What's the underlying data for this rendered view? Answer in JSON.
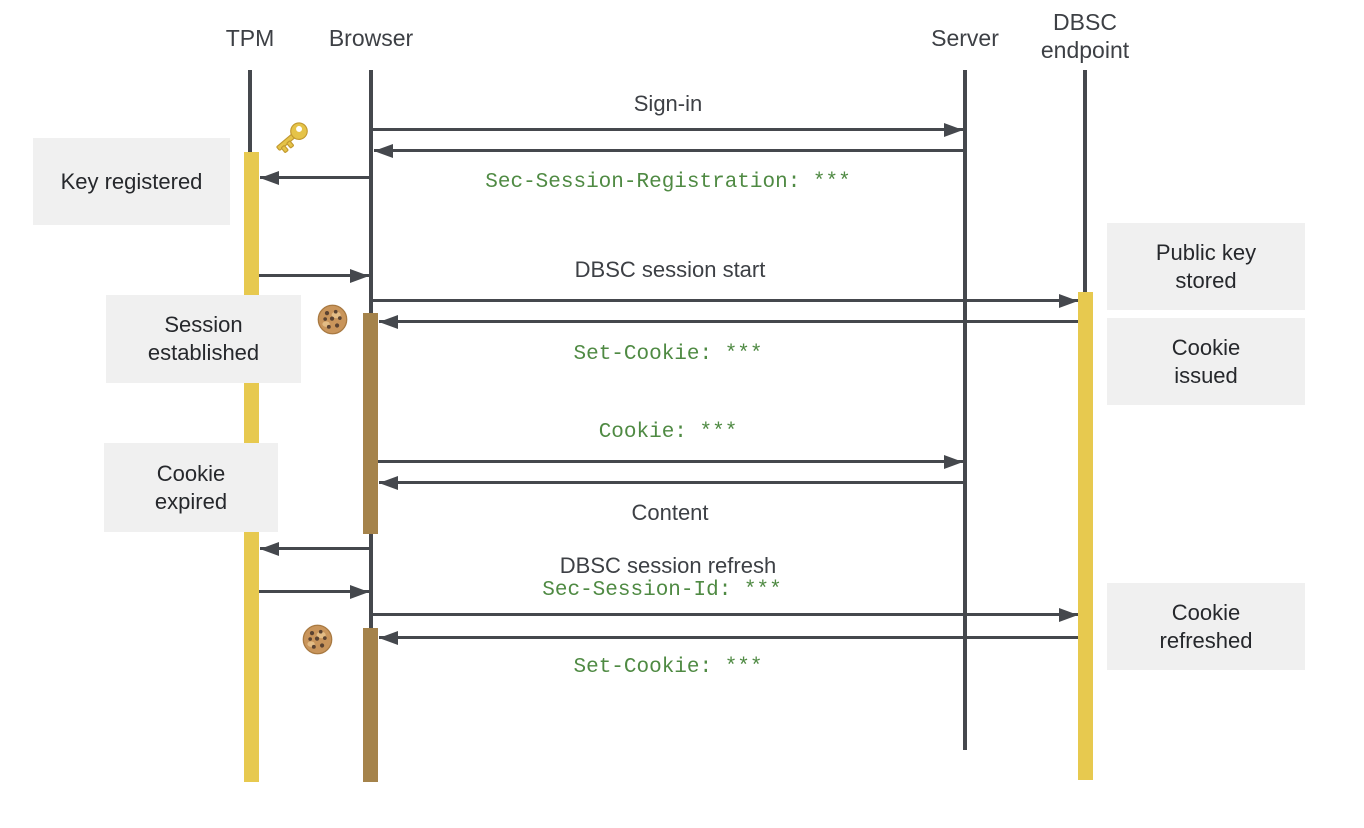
{
  "diagram_type": "sequence-diagram",
  "actors": {
    "tpm": "TPM",
    "browser": "Browser",
    "server": "Server",
    "dbsc": "DBSC\nendpoint"
  },
  "labels": {
    "sign_in": "Sign-in",
    "sec_session_registration": "Sec-Session-Registration: ***",
    "dbsc_session_start": "DBSC session start",
    "set_cookie_1": "Set-Cookie: ***",
    "cookie": "Cookie: ***",
    "content": "Content",
    "dbsc_session_refresh": "DBSC session refresh",
    "sec_session_id": "Sec-Session-Id: ***",
    "set_cookie_2": "Set-Cookie: ***"
  },
  "notes": {
    "key_registered": "Key registered",
    "session_established": "Session\nestablished",
    "cookie_expired": "Cookie\nexpired",
    "public_key_stored": "Public key\nstored",
    "cookie_issued": "Cookie\nissued",
    "cookie_refreshed": "Cookie\nrefreshed"
  },
  "messages": [
    {
      "from": "Browser",
      "to": "Server",
      "label": "Sign-in"
    },
    {
      "from": "Server",
      "to": "Browser",
      "label": "Sec-Session-Registration: ***",
      "style": "code"
    },
    {
      "from": "Browser",
      "to": "TPM",
      "label": "",
      "note": "Key registered"
    },
    {
      "from": "TPM",
      "to": "Browser",
      "label": ""
    },
    {
      "from": "Browser",
      "to": "DBSC endpoint",
      "label": "DBSC session start"
    },
    {
      "from": "DBSC endpoint",
      "to": "Browser",
      "label": "Set-Cookie: ***",
      "style": "code"
    },
    {
      "from": "Browser",
      "to": "Server",
      "label": "Cookie: ***",
      "style": "code"
    },
    {
      "from": "Server",
      "to": "Browser",
      "label": "Content"
    },
    {
      "from": "Browser",
      "to": "TPM",
      "label": "",
      "note": "Cookie expired"
    },
    {
      "from": "TPM",
      "to": "Browser",
      "label": "DBSC session refresh"
    },
    {
      "from": "Browser",
      "to": "DBSC endpoint",
      "label": "Sec-Session-Id: ***",
      "style": "code"
    },
    {
      "from": "DBSC endpoint",
      "to": "Browser",
      "label": "Set-Cookie: ***",
      "style": "code"
    }
  ],
  "icons": [
    "key-icon",
    "cookie-icon",
    "cookie-icon"
  ],
  "colors": {
    "line": "#45484d",
    "text-dark": "#3d4045",
    "note-bg": "#f0f0f0",
    "note-text": "#26282c",
    "code-green": "#4f8a43",
    "bar-yellow": "#e7c94f",
    "bar-brown": "#a5834b"
  }
}
